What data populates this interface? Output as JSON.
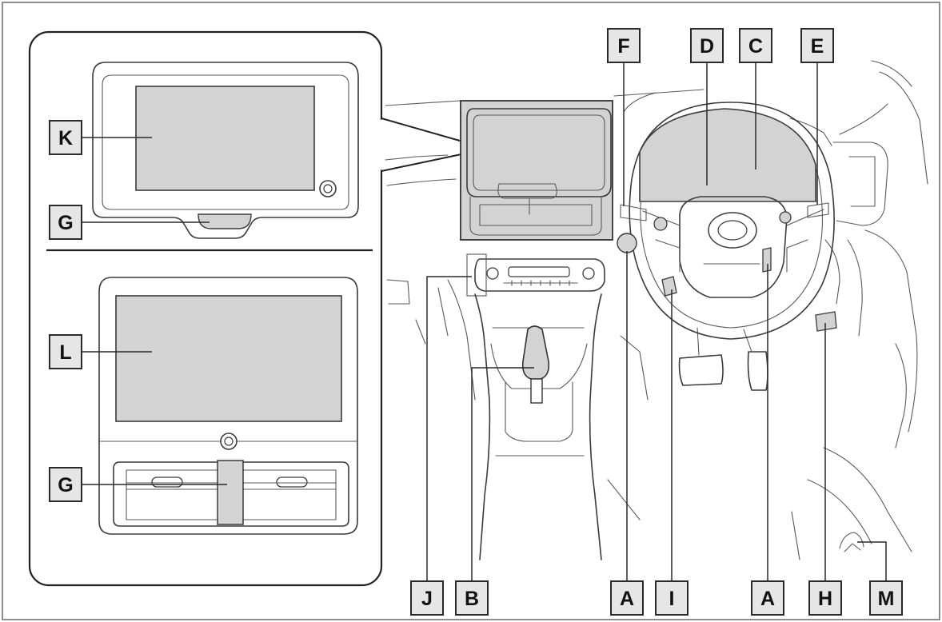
{
  "callouts": {
    "K": "K",
    "G1": "G",
    "L": "L",
    "G2": "G",
    "F": "F",
    "D": "D",
    "C": "C",
    "E": "E",
    "J": "J",
    "B": "B",
    "A1": "A",
    "I": "I",
    "A2": "A",
    "H": "H",
    "M": "M"
  },
  "colors": {
    "screen_fill": "#d3d3d3",
    "label_fill": "#e6e6e6",
    "line": "#3a3a3a"
  }
}
